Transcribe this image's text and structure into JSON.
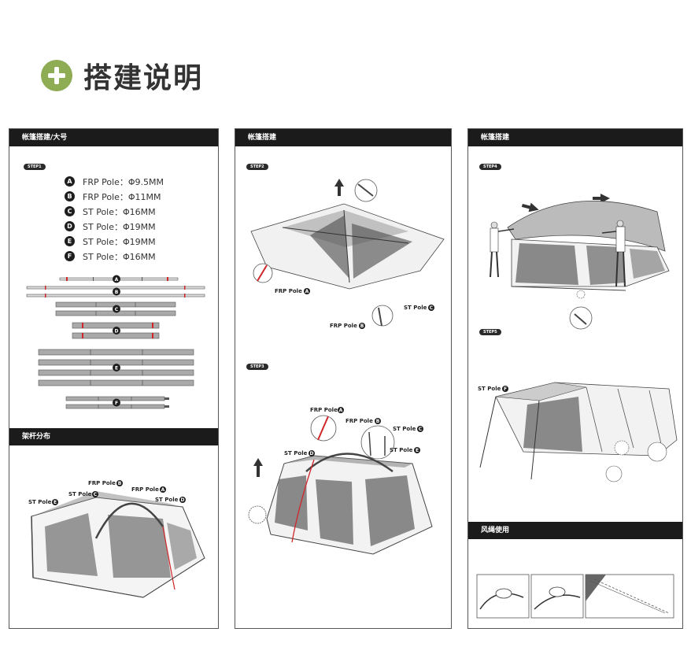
{
  "page": {
    "title": "搭建说明"
  },
  "panel1": {
    "header": "帐篷搭建/大号",
    "step": "STEP1",
    "poles": [
      {
        "badge": "A",
        "text": "FRP Pole：Φ9.5MM"
      },
      {
        "badge": "B",
        "text": "FRP Pole：Φ11MM"
      },
      {
        "badge": "C",
        "text": "ST Pole：Φ16MM"
      },
      {
        "badge": "D",
        "text": "ST Pole：Φ19MM"
      },
      {
        "badge": "E",
        "text": "ST Pole：Φ19MM"
      },
      {
        "badge": "F",
        "text": "ST Pole：Φ16MM"
      }
    ],
    "diagram_badges": [
      "A",
      "B",
      "C",
      "D",
      "E",
      "F"
    ],
    "distribution_header": "架杆分布",
    "distribution_labels": [
      {
        "text": "FRP Pole",
        "badge": "B"
      },
      {
        "text": "FRP Pole",
        "badge": "A"
      },
      {
        "text": "ST Pole",
        "badge": "C"
      },
      {
        "text": "ST Pole",
        "badge": "D"
      },
      {
        "text": "ST Pole",
        "badge": "E"
      }
    ]
  },
  "panel2": {
    "header": "帐篷搭建",
    "step2": "STEP2",
    "step2_labels": [
      {
        "text": "FRP Pole",
        "badge": "A"
      },
      {
        "text": "FRP Pole",
        "badge": "B"
      },
      {
        "text": "ST Pole",
        "badge": "C"
      }
    ],
    "step3": "STEP3",
    "step3_labels": [
      {
        "text": "FRP Pole",
        "badge": "A"
      },
      {
        "text": "FRP Pole",
        "badge": "B"
      },
      {
        "text": "ST Pole",
        "badge": "C"
      },
      {
        "text": "ST Pole",
        "badge": "D"
      },
      {
        "text": "ST Pole",
        "badge": "E"
      }
    ]
  },
  "panel3": {
    "header": "帐篷搭建",
    "step4": "STEP4",
    "step5": "STEP5",
    "step5_label": {
      "text": "ST Pole",
      "badge": "F"
    },
    "rope_header": "风绳使用"
  },
  "colors": {
    "accent": "#8dac54",
    "bar": "#1b1b1b",
    "pole_red": "#d0262a"
  }
}
